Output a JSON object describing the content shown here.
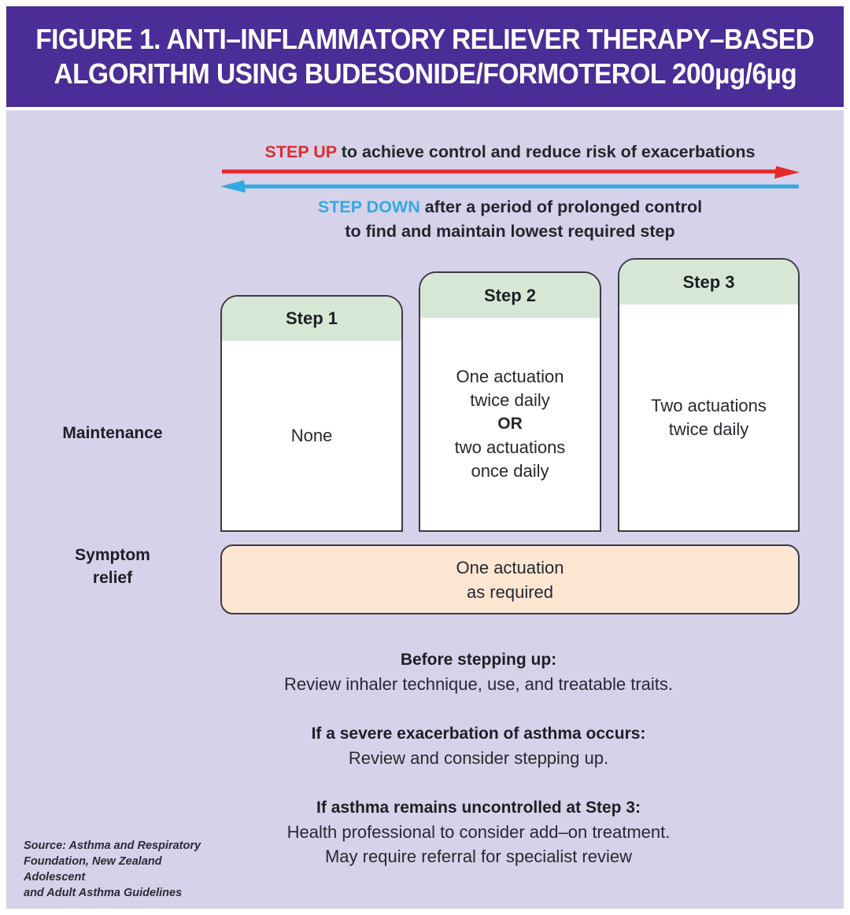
{
  "figure": {
    "title_line_1": "FIGURE 1. ANTI–INFLAMMATORY RELIEVER THERAPY–BASED",
    "title_line_2": "ALGORITHM USING BUDESONIDE/FORMOTEROL 200µg/6µg"
  },
  "direction": {
    "step_up_accent": "STEP UP",
    "step_up_text": " to achieve control and reduce risk of exacerbations",
    "step_down_accent": "STEP DOWN",
    "step_down_text": " after a period of prolonged control",
    "step_down_line_2": "to find and maintain lowest required step",
    "up_arrow_color": "#e32b2b",
    "down_arrow_color": "#34a9e0"
  },
  "rows": {
    "maintenance_label": "Maintenance",
    "symptom_label_line_1": "Symptom",
    "symptom_label_line_2": "relief"
  },
  "steps": [
    {
      "header": "Step 1",
      "body_lines": [
        "None"
      ],
      "or_index": -1
    },
    {
      "header": "Step 2",
      "body_lines": [
        "One actuation",
        "twice daily",
        "OR",
        "two actuations",
        "once daily"
      ],
      "or_index": 2
    },
    {
      "header": "Step 3",
      "body_lines": [
        "Two actuations",
        "twice daily"
      ],
      "or_index": -1
    }
  ],
  "symptom_relief": {
    "line_1": "One actuation",
    "line_2": "as required"
  },
  "notes": [
    {
      "heading": "Before stepping up:",
      "lines": [
        "Review inhaler technique, use, and treatable traits."
      ]
    },
    {
      "heading": "If a severe exacerbation of asthma occurs:",
      "lines": [
        "Review and consider stepping up."
      ]
    },
    {
      "heading": "If asthma remains uncontrolled at Step 3:",
      "lines": [
        "Health professional to consider add–on treatment.",
        "May require referral for specialist review"
      ]
    }
  ],
  "source": {
    "line_1": "Source: Asthma and Respiratory",
    "line_2": "Foundation, New Zealand Adolescent",
    "line_3": "and Adult Asthma Guidelines"
  },
  "colors": {
    "header_purple": "#4a2d96",
    "background_lavender": "#d6d2ea",
    "step_header_green": "#d6e8d5",
    "symptom_peach": "#fce6d2",
    "box_outline": "#3b3a44",
    "accent_red": "#e32b2b",
    "accent_blue": "#34a9e0"
  }
}
